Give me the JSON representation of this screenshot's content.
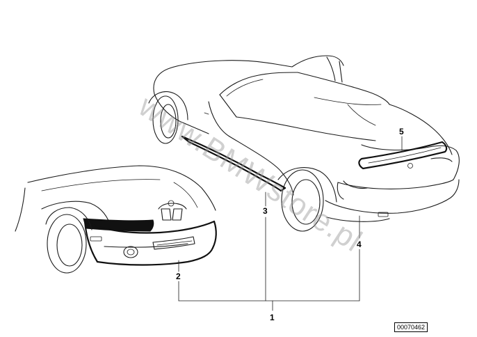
{
  "diagram": {
    "callouts": [
      {
        "id": "1",
        "label": "1"
      },
      {
        "id": "2",
        "label": "2"
      },
      {
        "id": "3",
        "label": "3"
      },
      {
        "id": "4",
        "label": "4"
      },
      {
        "id": "5",
        "label": "5"
      }
    ],
    "watermark": "www.BMWstore.pl",
    "image_code": "00070462"
  }
}
